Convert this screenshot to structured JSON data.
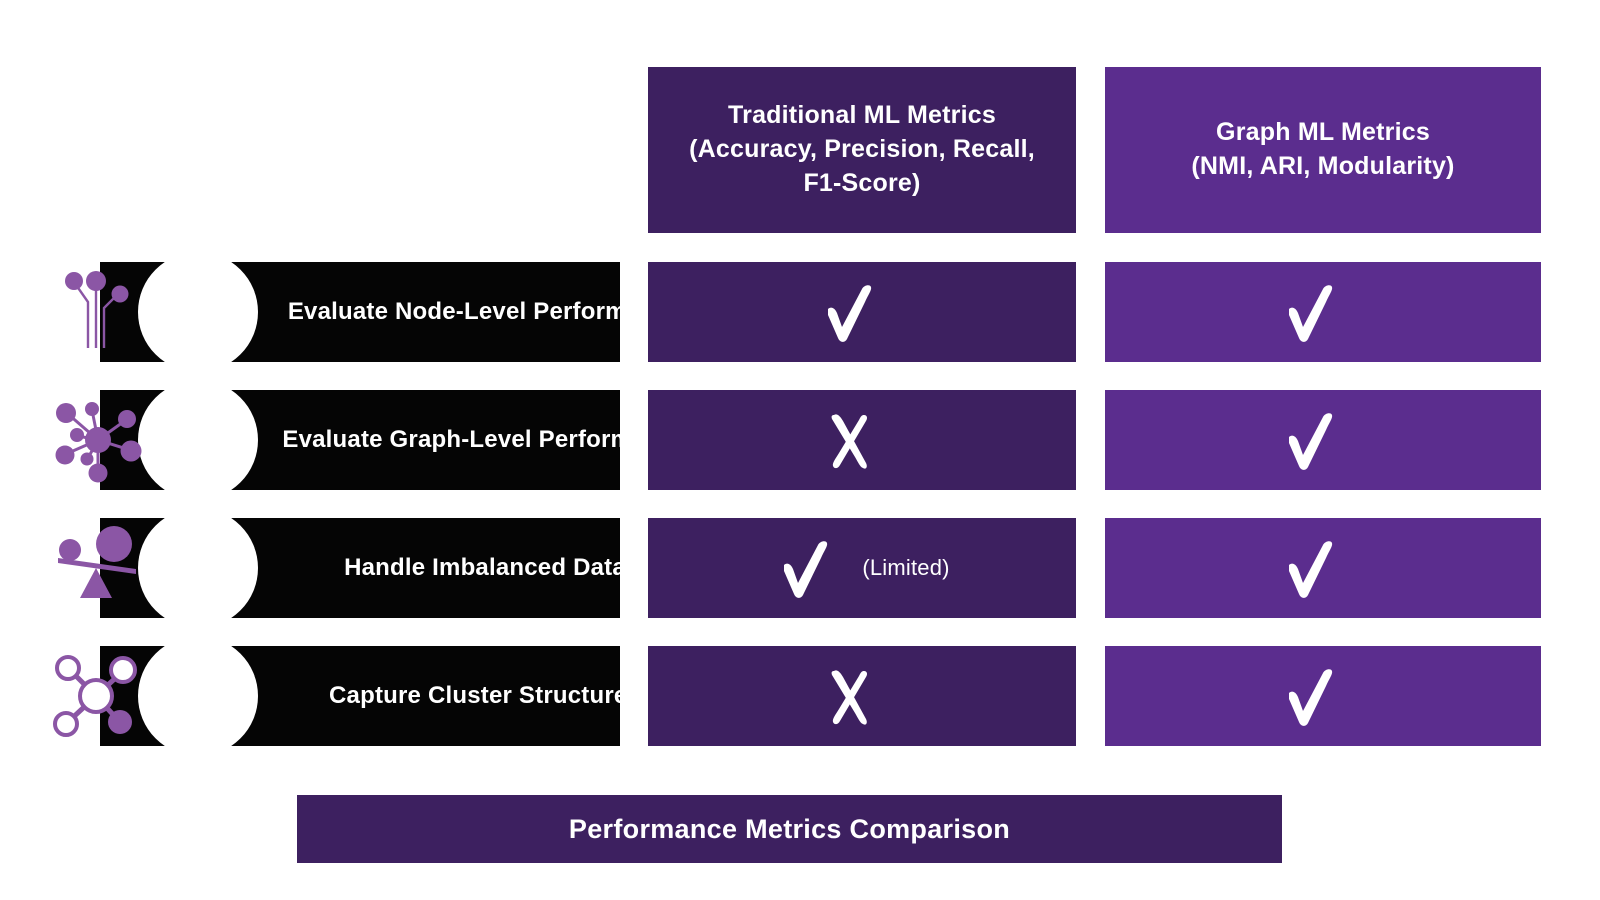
{
  "columns": [
    {
      "id": "traditional",
      "label": "Traditional ML Metrics\n(Accuracy, Precision, Recall,\nF1-Score)",
      "line1": "Traditional ML Metrics",
      "line2": "(Accuracy, Precision, Recall,",
      "line3": "F1-Score)",
      "color": "#3D2060"
    },
    {
      "id": "graph",
      "label": "Graph ML Metrics\n(NMI, ARI, Modularity)",
      "line1": "Graph ML Metrics",
      "line2": "(NMI, ARI, Modularity)",
      "line3": "",
      "color": "#5B2D8E"
    }
  ],
  "rows": [
    {
      "label": "Evaluate Node-Level Performance",
      "icon": "node-level-graph-icon",
      "traditional": {
        "mark": "check",
        "note": ""
      },
      "graph": {
        "mark": "check",
        "note": ""
      }
    },
    {
      "label": "Evaluate Graph-Level Performance",
      "icon": "network-hub-icon",
      "traditional": {
        "mark": "cross",
        "note": ""
      },
      "graph": {
        "mark": "check",
        "note": ""
      }
    },
    {
      "label": "Handle Imbalanced Data",
      "icon": "unbalanced-scale-icon",
      "traditional": {
        "mark": "check",
        "note": "(Limited)"
      },
      "graph": {
        "mark": "check",
        "note": ""
      }
    },
    {
      "label": "Capture Cluster Structures",
      "icon": "cluster-molecule-icon",
      "traditional": {
        "mark": "cross",
        "note": ""
      },
      "graph": {
        "mark": "check",
        "note": ""
      }
    }
  ],
  "footer": {
    "title": "Performance Metrics Comparison"
  },
  "colors": {
    "dark_purple": "#3D2060",
    "light_purple": "#5B2D8E",
    "icon_accent": "#8B56A5",
    "bar_black": "#050505",
    "text_white": "#FFFFFF",
    "background": "#FFFFFF"
  }
}
